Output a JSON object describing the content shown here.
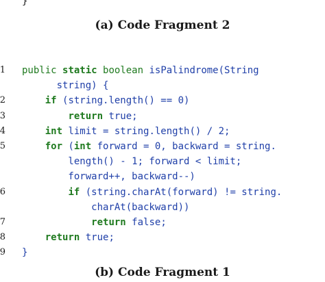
{
  "top_fragment": {
    "closing_brace": "}"
  },
  "captions": {
    "a": "(a) Code Fragment 2",
    "b": "(b) Code Fragment 1"
  },
  "code_lines": [
    {
      "number": "1",
      "tokens": [
        {
          "t": "public ",
          "c": "ty"
        },
        {
          "t": "static ",
          "c": "kw"
        },
        {
          "t": "boolean ",
          "c": "ty"
        },
        {
          "t": "isPalindrome(String",
          "c": "tx"
        }
      ]
    },
    {
      "number": "",
      "tokens": [
        {
          "t": "      string) {",
          "c": "tx"
        }
      ]
    },
    {
      "number": "2",
      "tokens": [
        {
          "t": "    ",
          "c": "tx"
        },
        {
          "t": "if ",
          "c": "kw"
        },
        {
          "t": "(string.length() == 0)",
          "c": "tx"
        }
      ]
    },
    {
      "number": "3",
      "tokens": [
        {
          "t": "        ",
          "c": "tx"
        },
        {
          "t": "return ",
          "c": "kw"
        },
        {
          "t": "true;",
          "c": "tx"
        }
      ]
    },
    {
      "number": "4",
      "tokens": [
        {
          "t": "    ",
          "c": "tx"
        },
        {
          "t": "int ",
          "c": "kw"
        },
        {
          "t": "limit = string.length() / 2;",
          "c": "tx"
        }
      ]
    },
    {
      "number": "5",
      "tokens": [
        {
          "t": "    ",
          "c": "tx"
        },
        {
          "t": "for ",
          "c": "kw"
        },
        {
          "t": "(",
          "c": "tx"
        },
        {
          "t": "int ",
          "c": "kw"
        },
        {
          "t": "forward = 0, backward = string.",
          "c": "tx"
        }
      ]
    },
    {
      "number": "",
      "tokens": [
        {
          "t": "        length() - 1; forward < limit;",
          "c": "tx"
        }
      ]
    },
    {
      "number": "",
      "tokens": [
        {
          "t": "        forward++, backward--)",
          "c": "tx"
        }
      ]
    },
    {
      "number": "6",
      "tokens": [
        {
          "t": "        ",
          "c": "tx"
        },
        {
          "t": "if ",
          "c": "kw"
        },
        {
          "t": "(string.charAt(forward) != string.",
          "c": "tx"
        }
      ]
    },
    {
      "number": "",
      "tokens": [
        {
          "t": "            charAt(backward))",
          "c": "tx"
        }
      ]
    },
    {
      "number": "7",
      "tokens": [
        {
          "t": "            ",
          "c": "tx"
        },
        {
          "t": "return ",
          "c": "kw"
        },
        {
          "t": "false;",
          "c": "tx"
        }
      ]
    },
    {
      "number": "8",
      "tokens": [
        {
          "t": "    ",
          "c": "tx"
        },
        {
          "t": "return ",
          "c": "kw"
        },
        {
          "t": "true;",
          "c": "tx"
        }
      ]
    },
    {
      "number": "9",
      "tokens": [
        {
          "t": "}",
          "c": "tx"
        }
      ]
    }
  ],
  "colors": {
    "keyword": "#1f7a1f",
    "identifier": "#1f3fa8",
    "text": "#1a1a1a"
  }
}
